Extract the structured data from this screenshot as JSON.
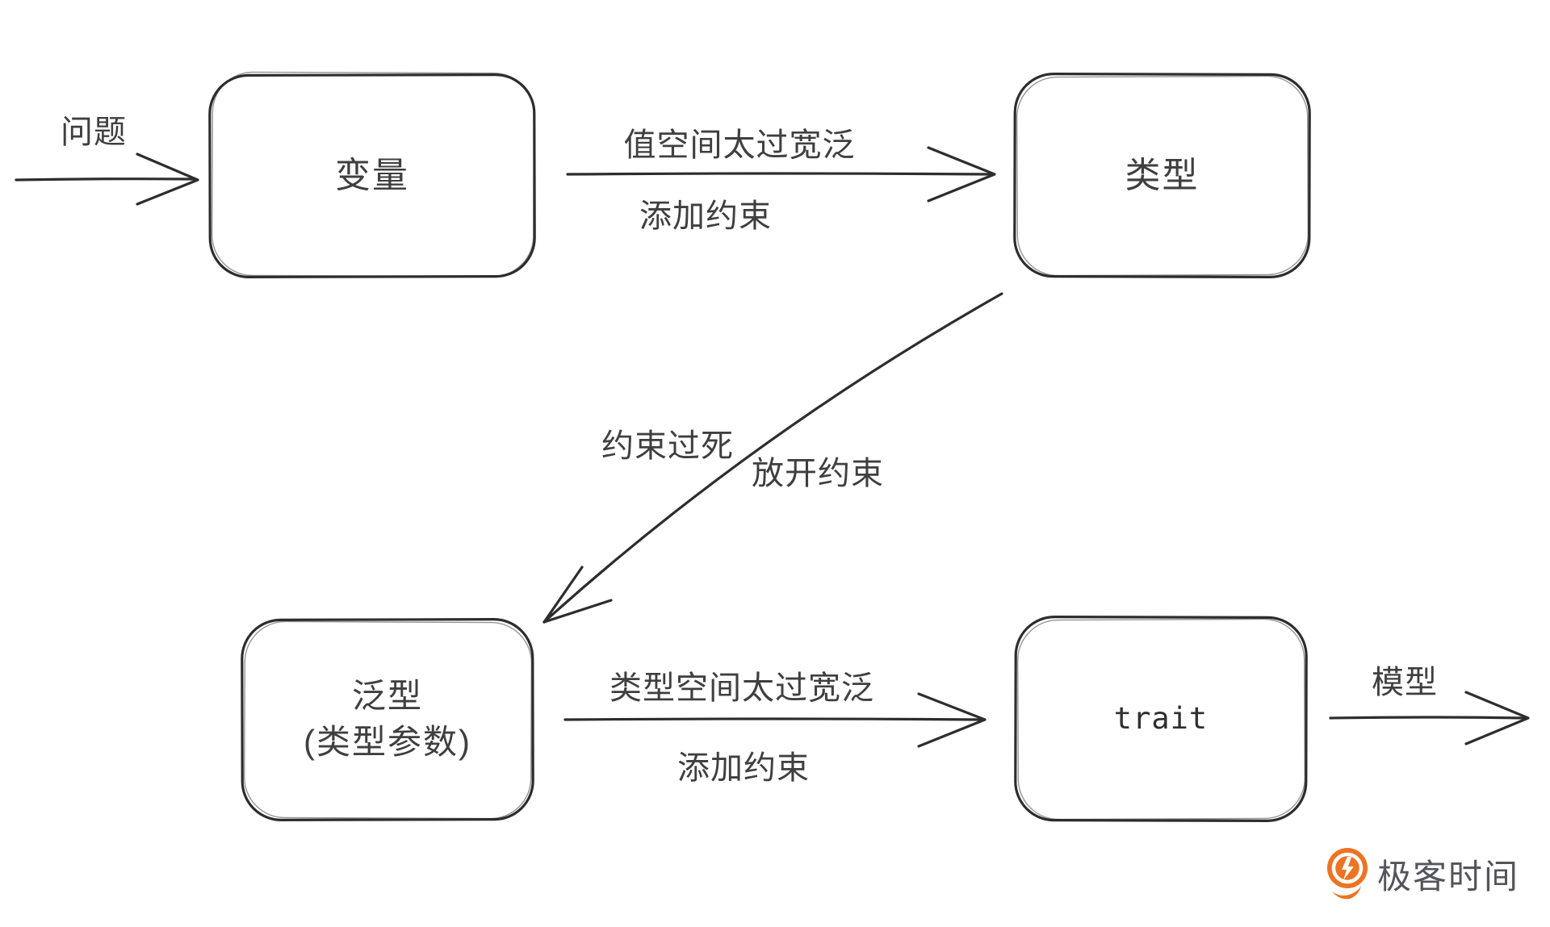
{
  "diagram": {
    "nodes": [
      {
        "label": "变量"
      },
      {
        "label": "类型"
      },
      {
        "label": "泛型",
        "sublabel": "(类型参数)"
      },
      {
        "label": "trait"
      }
    ],
    "edges": {
      "problem": {
        "label": "问题"
      },
      "value_space": {
        "label_top": "值空间太过宽泛",
        "label_bottom": "添加约束"
      },
      "loosen": {
        "label_left": "约束过死",
        "label_right": "放开约束"
      },
      "type_space": {
        "label_top": "类型空间太过宽泛",
        "label_bottom": "添加约束"
      },
      "model": {
        "label": "模型"
      }
    }
  },
  "branding": {
    "logo_text": "极客时间",
    "logo_color": "#ee7322",
    "logo_text_color": "#54545c"
  },
  "colors": {
    "stroke": "#2d2d2d",
    "text": "#3f3f3f",
    "background": "#ffffff"
  }
}
